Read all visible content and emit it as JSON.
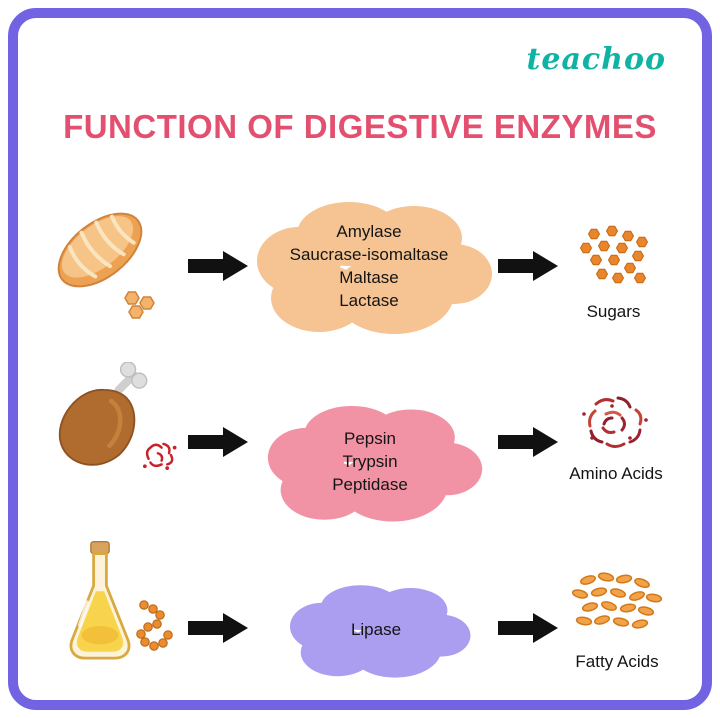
{
  "logo": {
    "text": "teachoo",
    "color": "#0fb3a4"
  },
  "title": {
    "text": "FUNCTION OF DIGESTIVE ENZYMES",
    "color": "#e3506f"
  },
  "colors": {
    "border": "#7263e3",
    "arrow": "#111111"
  },
  "rows": [
    {
      "food": "bread",
      "cloud_color": "#f6c493",
      "enzymes": [
        "Amylase",
        "Saucrase-isomaltase",
        "Maltase",
        "Lactase"
      ],
      "product_label": "Sugars"
    },
    {
      "food": "chicken-leg",
      "cloud_color": "#f193a5",
      "enzymes": [
        "Pepsin",
        "Trypsin",
        "Peptidase"
      ],
      "product_label": "Amino Acids"
    },
    {
      "food": "oil-flask",
      "cloud_color": "#ab9df0",
      "enzymes": [
        "Lipase"
      ],
      "product_label": "Fatty Acids"
    }
  ]
}
